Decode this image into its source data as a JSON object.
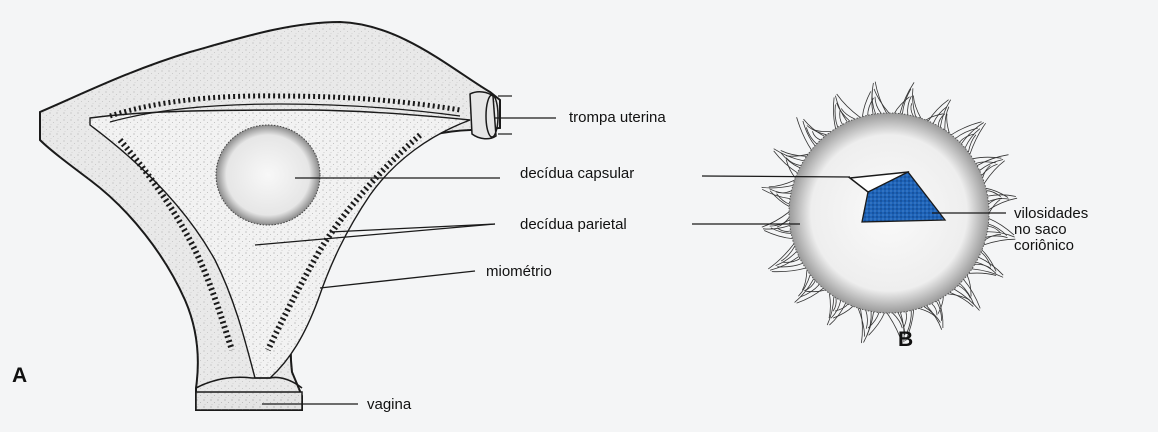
{
  "figure": {
    "panel_a": "A",
    "panel_b": "B",
    "labels": {
      "trompa_uterina": "trompa uterina",
      "decidua_capsular": "decídua capsular",
      "decidua_parietal": "decídua parietal",
      "miometrio": "miométrio",
      "vagina": "vagina",
      "vilosidades_line1": "vilosidades",
      "vilosidades_line2": "no saco",
      "vilosidades_line3": "coriônico"
    },
    "colors": {
      "ink": "#1a1a1a",
      "background": "#f4f5f6",
      "villi_fill": "#1e63b8"
    }
  }
}
